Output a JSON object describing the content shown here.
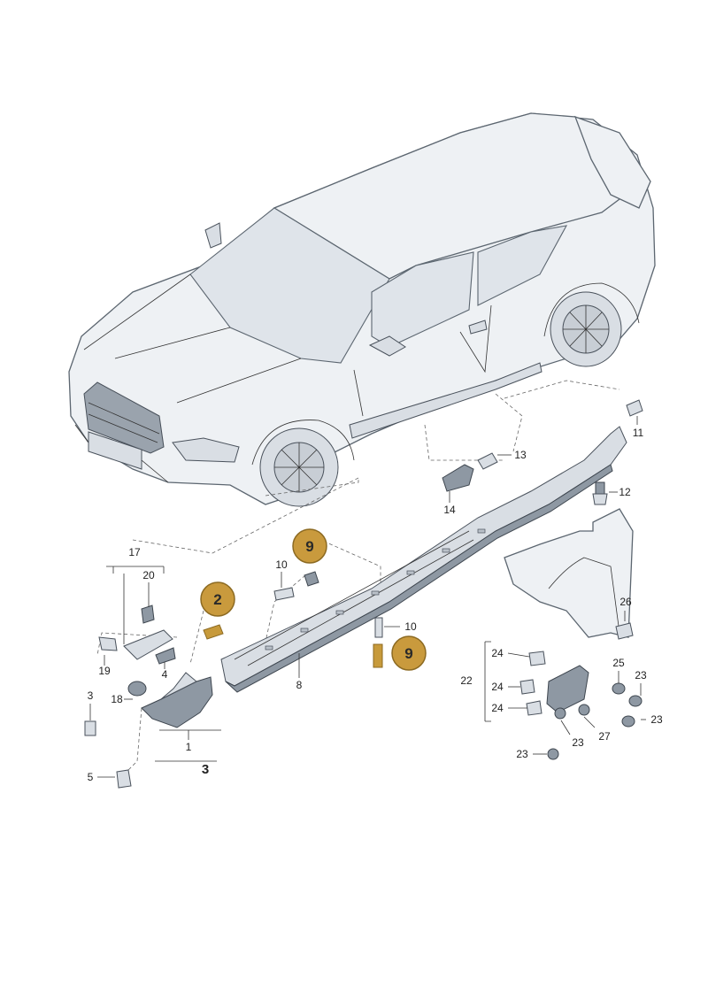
{
  "callouts": [
    {
      "id": "callout-9-top",
      "text": "9"
    },
    {
      "id": "callout-2",
      "text": "2"
    },
    {
      "id": "callout-9-bottom",
      "text": "9"
    }
  ],
  "labels": {
    "n1": "1",
    "n3": "3",
    "n4": "4",
    "n5": "5",
    "n8": "8",
    "n10a": "10",
    "n10b": "10",
    "n11": "11",
    "n12": "12",
    "n13": "13",
    "n14": "14",
    "n17": "17",
    "n18": "18",
    "n19": "19",
    "n20": "20",
    "n22": "22",
    "n23a": "23",
    "n23b": "23",
    "n23c": "23",
    "n23d": "23",
    "n24a": "24",
    "n24b": "24",
    "n24c": "24",
    "n25": "25",
    "n26": "26",
    "n27": "27"
  },
  "colors": {
    "callout_fill": "#c99a3d",
    "callout_border": "#8c6a22",
    "line": "#333333",
    "body_fill": "#eef1f4"
  }
}
